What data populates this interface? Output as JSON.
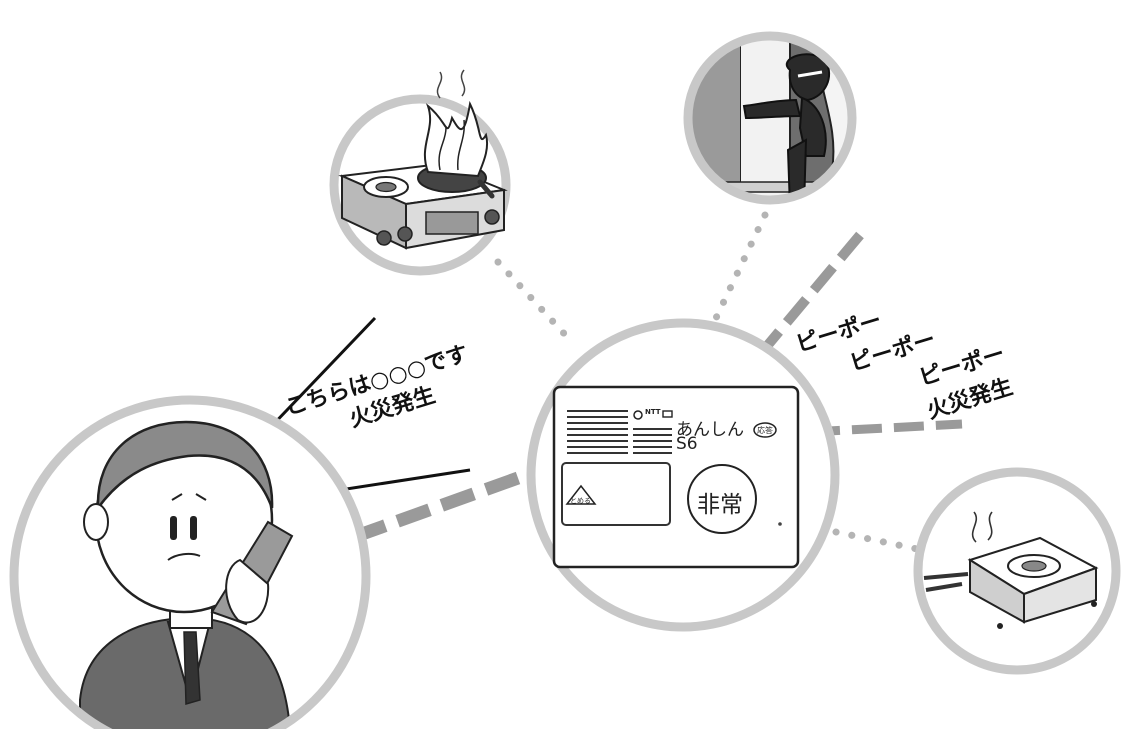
{
  "device": {
    "brand": "NTT",
    "model_line1": "あんしん",
    "model_line2": "S6",
    "badge_label": "応答",
    "emergency_label": "非常",
    "stop_label": "とめる"
  },
  "alarm_speech": {
    "line1": "ピーポー",
    "line2": "ピーポー",
    "line3": "ピーポー",
    "line4": "火災発生"
  },
  "caller_speech": {
    "line1": "こちらは○○○です",
    "line2": "火災発生"
  },
  "scenes": {
    "fire_icon": "stove-fire-icon",
    "intruder_icon": "intruder-icon",
    "gas_icon": "gas-stove-icon",
    "caller_icon": "caller-on-phone-icon"
  },
  "colors": {
    "ring": "#c8c8c8",
    "line": "#9a9a9a",
    "ink": "#222222"
  }
}
